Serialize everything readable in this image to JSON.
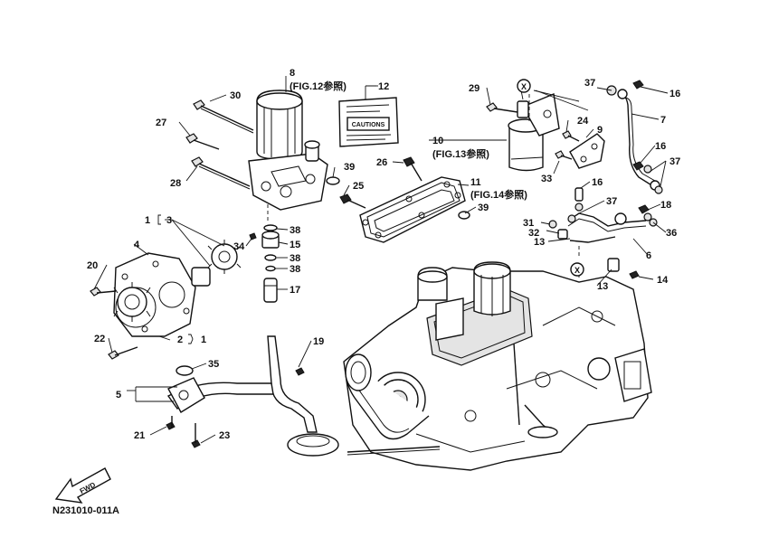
{
  "diagram": {
    "code": "N231010-011A",
    "fwd_label": "FWD",
    "caution_label": "CAUTIONS",
    "callouts": [
      {
        "id": "c1",
        "text": "1"
      },
      {
        "id": "c1b",
        "text": "1"
      },
      {
        "id": "c2",
        "text": "2"
      },
      {
        "id": "c3",
        "text": "3"
      },
      {
        "id": "c4",
        "text": "4"
      },
      {
        "id": "c5",
        "text": "5"
      },
      {
        "id": "c6",
        "text": "6"
      },
      {
        "id": "c7",
        "text": "7"
      },
      {
        "id": "c8",
        "text": "8"
      },
      {
        "id": "c8r",
        "text": "(FIG.12参照)"
      },
      {
        "id": "c9",
        "text": "9"
      },
      {
        "id": "c10",
        "text": "10"
      },
      {
        "id": "c10r",
        "text": "(FIG.13参照)"
      },
      {
        "id": "c11",
        "text": "11"
      },
      {
        "id": "c11r",
        "text": "(FIG.14参照)"
      },
      {
        "id": "c12",
        "text": "12"
      },
      {
        "id": "c13a",
        "text": "13"
      },
      {
        "id": "c13b",
        "text": "13"
      },
      {
        "id": "c14",
        "text": "14"
      },
      {
        "id": "c15",
        "text": "15"
      },
      {
        "id": "c16a",
        "text": "16"
      },
      {
        "id": "c16b",
        "text": "16"
      },
      {
        "id": "c16c",
        "text": "16"
      },
      {
        "id": "c17",
        "text": "17"
      },
      {
        "id": "c18",
        "text": "18"
      },
      {
        "id": "c19",
        "text": "19"
      },
      {
        "id": "c20",
        "text": "20"
      },
      {
        "id": "c21",
        "text": "21"
      },
      {
        "id": "c22",
        "text": "22"
      },
      {
        "id": "c23",
        "text": "23"
      },
      {
        "id": "c24",
        "text": "24"
      },
      {
        "id": "c25",
        "text": "25"
      },
      {
        "id": "c26",
        "text": "26"
      },
      {
        "id": "c27",
        "text": "27"
      },
      {
        "id": "c28",
        "text": "28"
      },
      {
        "id": "c29",
        "text": "29"
      },
      {
        "id": "c30",
        "text": "30"
      },
      {
        "id": "c31",
        "text": "31"
      },
      {
        "id": "c32",
        "text": "32"
      },
      {
        "id": "c33",
        "text": "33"
      },
      {
        "id": "c34",
        "text": "34"
      },
      {
        "id": "c35",
        "text": "35"
      },
      {
        "id": "c36",
        "text": "36"
      },
      {
        "id": "c37a",
        "text": "37"
      },
      {
        "id": "c37b",
        "text": "37"
      },
      {
        "id": "c37c",
        "text": "37"
      },
      {
        "id": "c38a",
        "text": "38"
      },
      {
        "id": "c38b",
        "text": "38"
      },
      {
        "id": "c38c",
        "text": "38"
      },
      {
        "id": "c39a",
        "text": "39"
      },
      {
        "id": "c39b",
        "text": "39"
      },
      {
        "id": "cXa",
        "text": "X"
      },
      {
        "id": "cXb",
        "text": "X"
      }
    ]
  }
}
